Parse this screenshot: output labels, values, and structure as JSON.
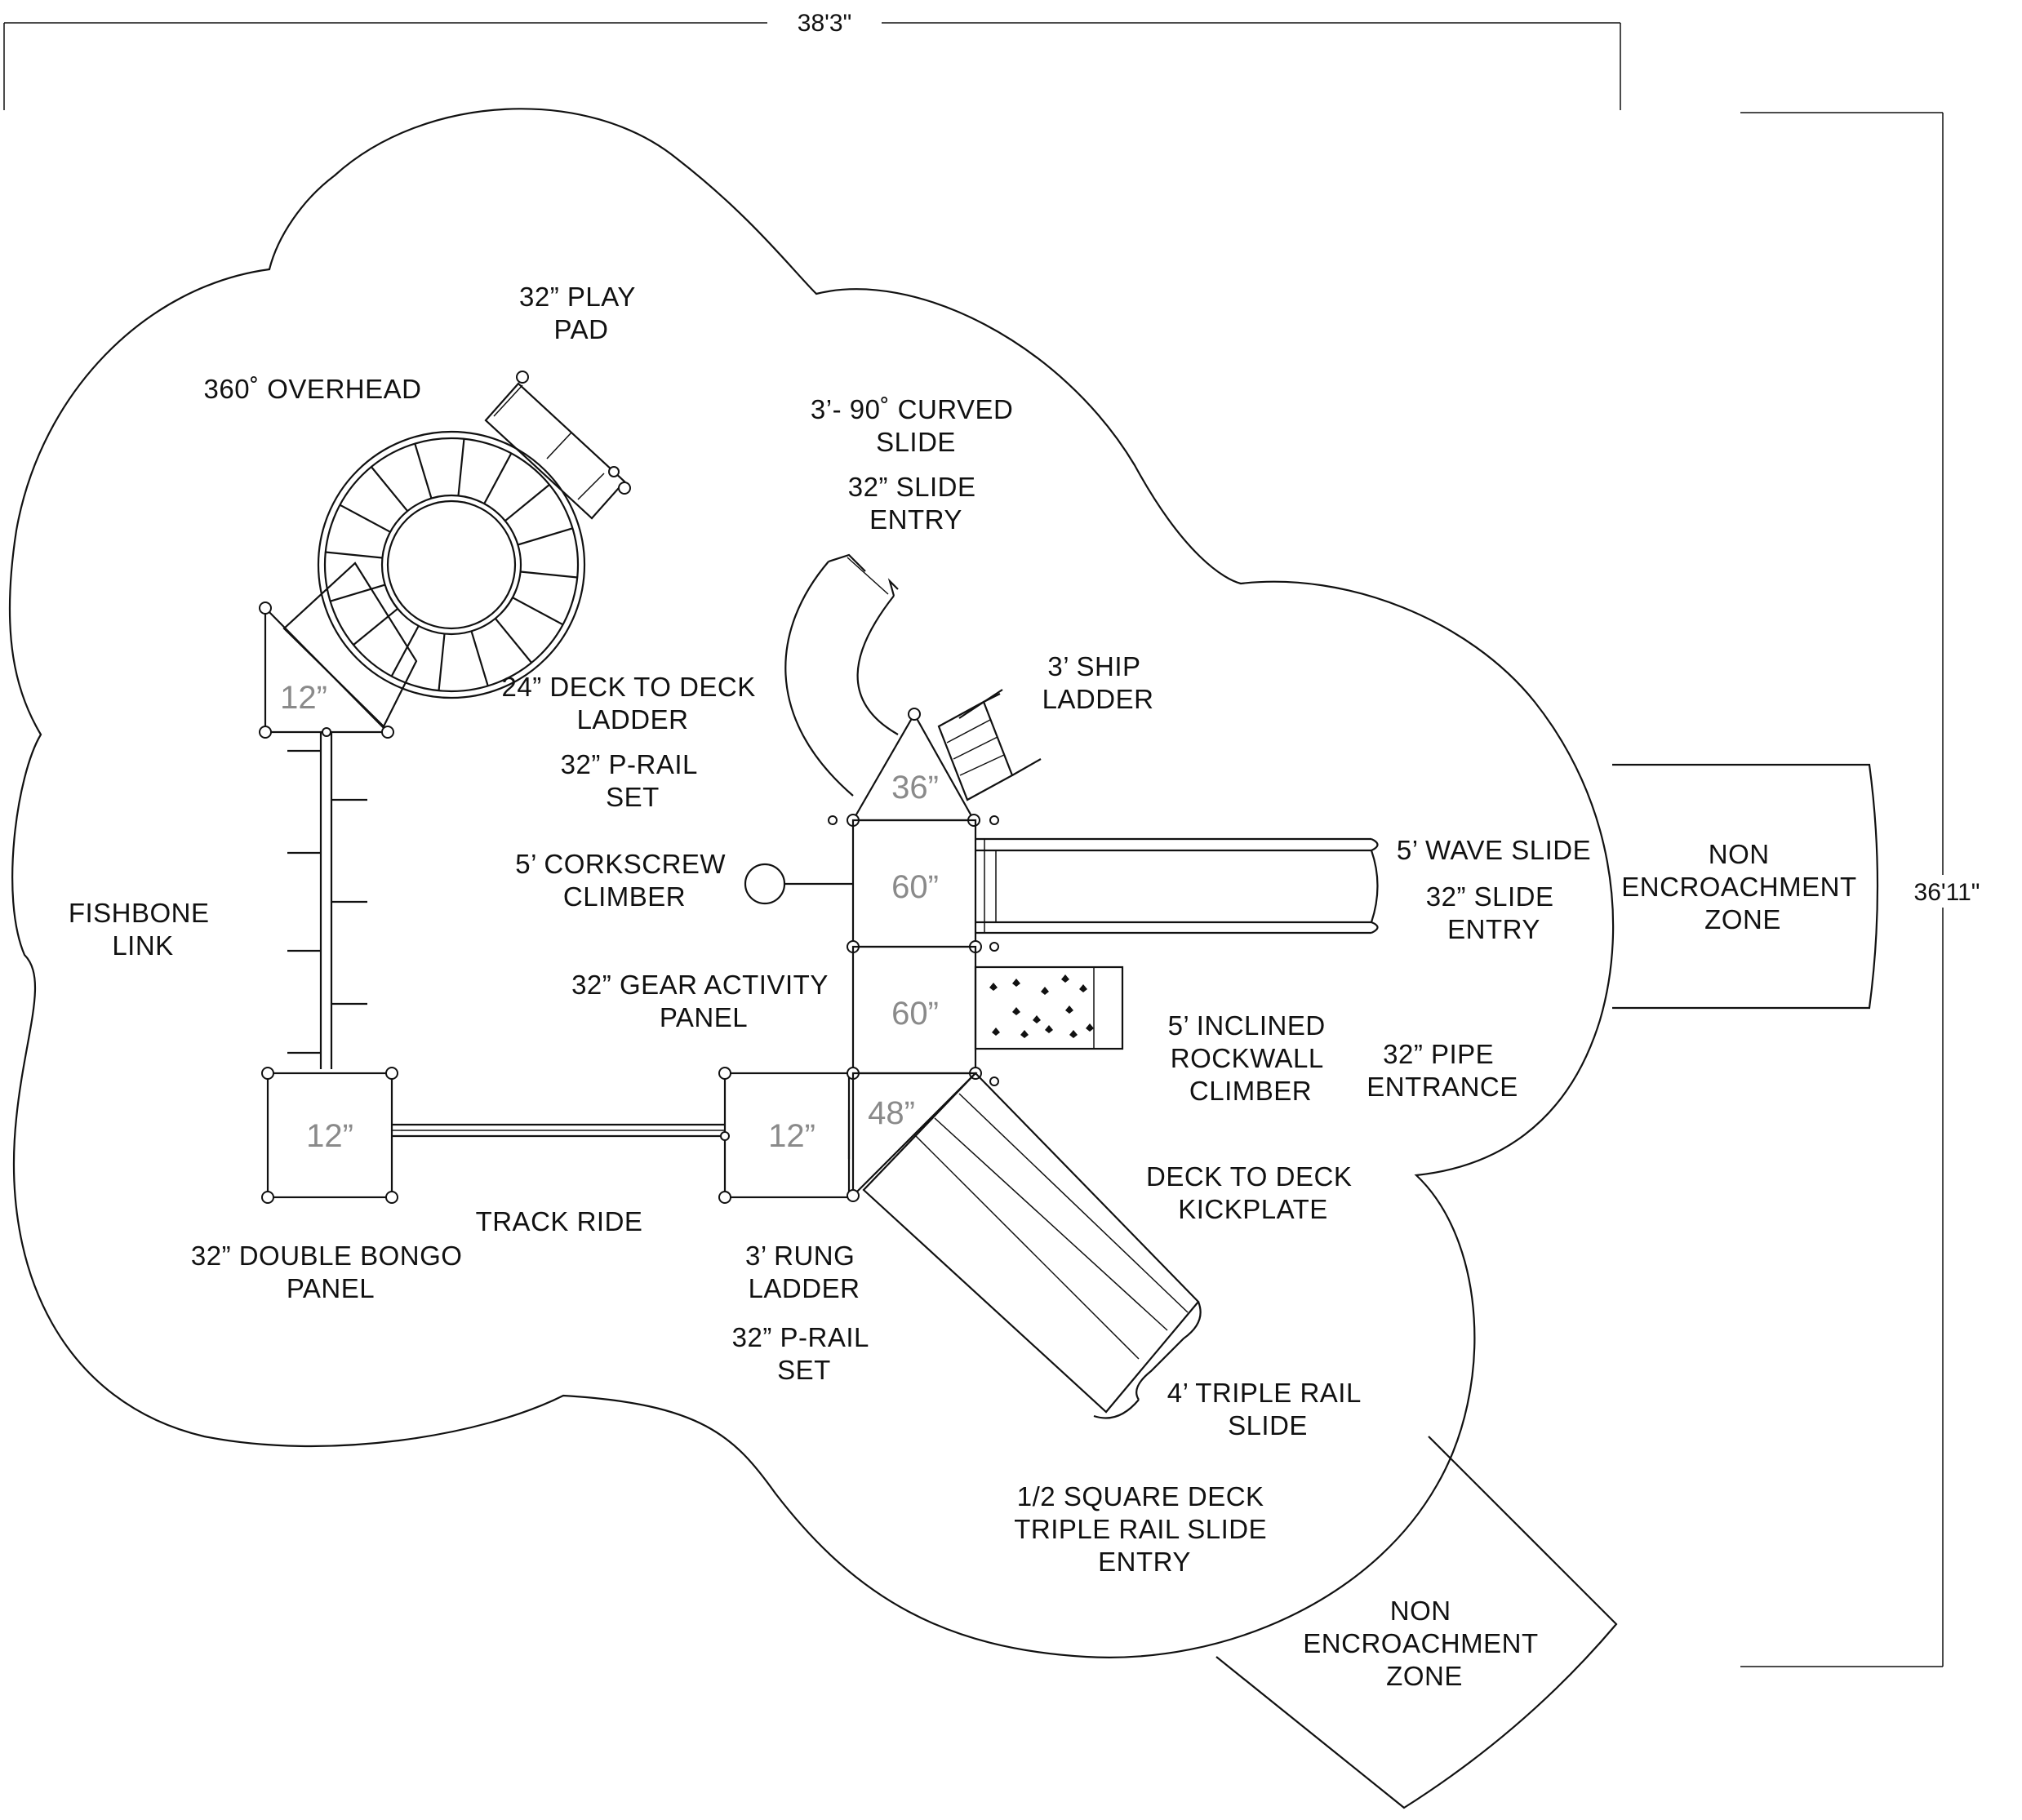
{
  "dimensions": {
    "width_label": "38'3\"",
    "height_label": "36'11\""
  },
  "labels": {
    "play_pad": [
      "32” PLAY",
      "PAD"
    ],
    "overhead": [
      "360˚ OVERHEAD"
    ],
    "curved_slide": [
      "3’- 90˚ CURVED",
      "SLIDE"
    ],
    "slide_entry_top": [
      "32” SLIDE",
      "ENTRY"
    ],
    "deck_ladder": [
      "24” DECK TO DECK",
      "LADDER"
    ],
    "ship_ladder": [
      "3’ SHIP",
      "LADDER"
    ],
    "prail_top": [
      "32” P-RAIL",
      "SET"
    ],
    "corkscrew": [
      "5’ CORKSCREW",
      "CLIMBER"
    ],
    "wave_slide": [
      "5’ WAVE SLIDE"
    ],
    "slide_entry_right": [
      "32” SLIDE",
      "ENTRY"
    ],
    "fishbone": [
      "FISHBONE",
      "LINK"
    ],
    "gear_panel": [
      "32” GEAR ACTIVITY",
      "PANEL"
    ],
    "rockwall": [
      "5’ INCLINED",
      "ROCKWALL",
      "CLIMBER"
    ],
    "pipe_entrance": [
      "32” PIPE",
      "ENTRANCE"
    ],
    "kickplate": [
      "DECK TO DECK",
      "KICKPLATE"
    ],
    "track_ride": [
      "TRACK RIDE"
    ],
    "bongo": [
      "32” DOUBLE BONGO",
      "PANEL"
    ],
    "rung_ladder": [
      "3’ RUNG",
      "LADDER"
    ],
    "prail_bottom": [
      "32” P-RAIL",
      "SET"
    ],
    "triple_slide": [
      "4’ TRIPLE RAIL",
      "SLIDE"
    ],
    "half_deck": [
      "1/2 SQUARE DECK",
      "TRIPLE RAIL SLIDE",
      "ENTRY"
    ],
    "nez_right": [
      "NON",
      "ENCROACHMENT",
      "ZONE"
    ],
    "nez_bottom": [
      "NON",
      "ENCROACHMENT",
      "ZONE"
    ]
  },
  "deck_heights": {
    "triangle_left": "12”",
    "triangle_top": "36”",
    "deck_upper": "60”",
    "deck_lower": "60”",
    "deck_left": "12”",
    "deck_mid": "12”",
    "half_deck": "48”"
  },
  "colors": {
    "line": "#111111",
    "deck_text": "#8a8a8a",
    "background": "#ffffff"
  }
}
